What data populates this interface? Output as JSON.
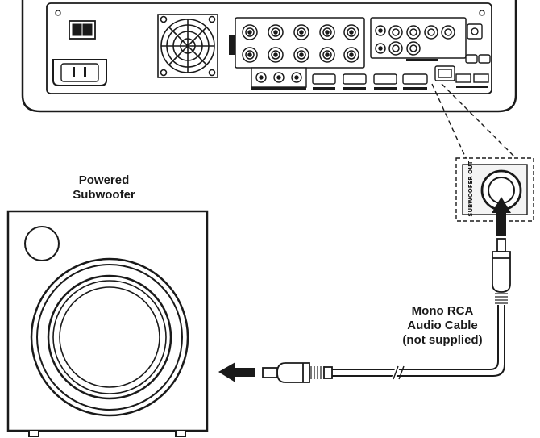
{
  "subwoofer": {
    "label_line1": "Powered",
    "label_line2": "Subwoofer"
  },
  "cable": {
    "label_line1": "Mono RCA",
    "label_line2": "Audio Cable",
    "label_line3": "(not supplied)"
  },
  "jack": {
    "label": "SUBWOOFER OUT"
  },
  "colors": {
    "ink": "#1a1a1a",
    "panel_fill": "#ffffff",
    "jack_fill": "#f4f4f4"
  }
}
